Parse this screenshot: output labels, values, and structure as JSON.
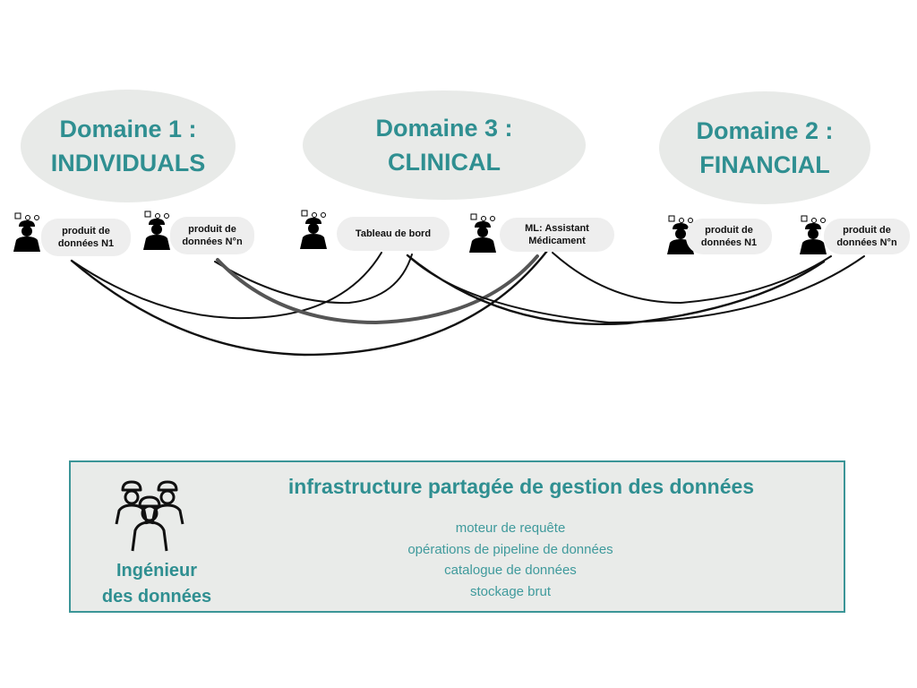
{
  "domains": [
    {
      "line1": "Domaine 1 :",
      "line2": "INDIVIDUALS"
    },
    {
      "line1": "Domaine 3 :",
      "line2": "CLINICAL"
    },
    {
      "line1": "Domaine 2 :",
      "line2": "FINANCIAL"
    }
  ],
  "products": [
    {
      "line1": "produit de",
      "line2": "données N1"
    },
    {
      "line1": "produit de",
      "line2": "données N°n"
    },
    {
      "line1": "Tableau de bord",
      "line2": ""
    },
    {
      "line1": "ML: Assistant",
      "line2": "Médicament"
    },
    {
      "line1": "produit de",
      "line2": "données N1"
    },
    {
      "line1": "produit de",
      "line2": "données N°n"
    }
  ],
  "infrastructure": {
    "title": "infrastructure partagée de gestion des données",
    "items": [
      "moteur de requête",
      "opérations de pipeline de données",
      "catalogue de données",
      "stockage brut"
    ],
    "role": {
      "line1": "Ingénieur",
      "line2": "des données"
    }
  },
  "colors": {
    "accent": "#2f8f91",
    "domain_fill": "#e8eae8",
    "pill_fill": "#eeeeee",
    "box_border": "#3b9597",
    "connector": "#111111",
    "highlight_connector": "#555555"
  }
}
